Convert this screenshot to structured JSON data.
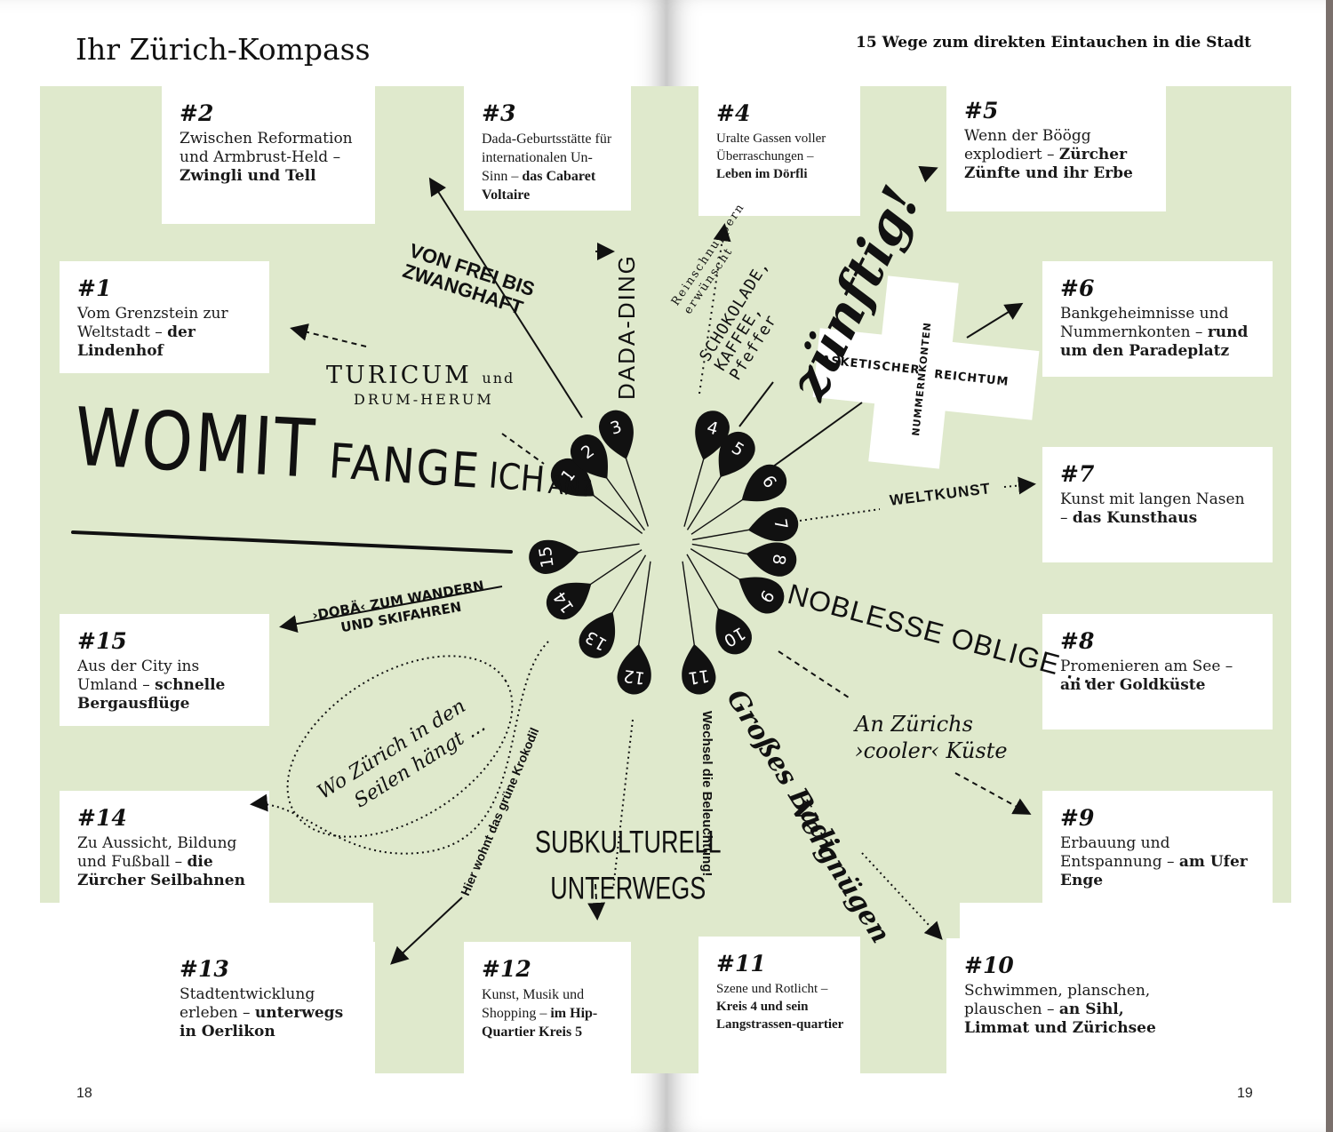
{
  "header": {
    "left_title": "Ihr Zürich-Kompass",
    "right_title": "15 Wege zum direkten Eintauchen in die Stadt"
  },
  "page_numbers": {
    "left": "18",
    "right": "19"
  },
  "main_title": {
    "womit": "WOMIT",
    "fange": "FANGE",
    "ich": "ICH",
    "an": "AN?"
  },
  "entries": [
    {
      "num": "#1",
      "text": "Vom Grenzstein zur Weltstadt –",
      "bold": "der Lindenhof"
    },
    {
      "num": "#2",
      "text": "Zwischen Reformation und Armbrust-Held –",
      "bold": "Zwingli und Tell"
    },
    {
      "num": "#3",
      "text": "Dada-Geburtsstätte für internationalen Un-Sinn –",
      "bold": "das Cabaret Voltaire"
    },
    {
      "num": "#4",
      "text": "Uralte Gassen voller Überraschungen –",
      "bold": "Leben im Dörfli"
    },
    {
      "num": "#5",
      "text": "Wenn der Böögg explodiert –",
      "bold": "Zürcher Zünfte und ihr Erbe"
    },
    {
      "num": "#6",
      "text": "Bankgeheimnisse und Nummernkonten –",
      "bold": "rund um den Paradeplatz"
    },
    {
      "num": "#7",
      "text": "Kunst mit langen Nasen –",
      "bold": "das Kunsthaus"
    },
    {
      "num": "#8",
      "text": "Promenieren am See –",
      "bold": "an der Goldküste"
    },
    {
      "num": "#9",
      "text": "Erbauung und Entspannung –",
      "bold": "am Ufer Enge"
    },
    {
      "num": "#10",
      "text": "Schwimmen, planschen, plauschen –",
      "bold": "an Sihl, Limmat und Zürichsee"
    },
    {
      "num": "#11",
      "text": "Szene und Rotlicht –",
      "bold": "Kreis 4 und sein Langstrassen-quartier"
    },
    {
      "num": "#12",
      "text": "Kunst, Musik und Shopping –",
      "bold": "im Hip-Quartier Kreis 5"
    },
    {
      "num": "#13",
      "text": "Stadtentwicklung erleben –",
      "bold": "unterwegs in Oerlikon"
    },
    {
      "num": "#14",
      "text": "Zu Aussicht, Bildung und Fußball –",
      "bold": "die Zürcher Seilbahnen"
    },
    {
      "num": "#15",
      "text": "Aus der City ins Umland –",
      "bold": "schnelle Bergausflüge"
    }
  ],
  "pins": [
    "1",
    "2",
    "3",
    "4",
    "5",
    "6",
    "7",
    "8",
    "9",
    "10",
    "11",
    "12",
    "13",
    "14",
    "15"
  ],
  "labels": {
    "von_frei_1": "VON FREI BIS",
    "von_frei_2": "ZWANGHAFT",
    "dada_ding": "DADA-DING",
    "turicum": "TURICUM",
    "und": "und",
    "drum_herum": "DRUM-HERUM",
    "reinschnuppern": "Reinschnuppern",
    "erwuenscht": "erwünscht",
    "schokolade": "SCHOKOLADE,",
    "kaffee": "KAFFEE,",
    "pfeffer": "Pfeffer",
    "zuenftig": "zünftig!",
    "asketischer": "ASKETISCHER",
    "reichtum": "REICHTUM",
    "nummernkonten": "NUMMERNKONTEN",
    "weltkunst": "WELTKUNST",
    "noblesse": "NOBLESSE OBLIGE ...",
    "an_zuerichs": "An Zürichs",
    "cooler_kueste": "›cooler‹ Küste",
    "grosses": "Großes Badi-",
    "vergnuegen": "Vergnügen",
    "wechsel": "Wechsel die Beleuchtung!",
    "subkulturell": "SUBKULTURELL",
    "unterwegs": "UNTERWEGS",
    "krokodil": "Hier wohnt das grüne Krokodil",
    "seilen_1": "Wo Zürich in den",
    "seilen_2": "Seilen hängt ...",
    "doba_1": "›DOBÄ‹ ZUM WANDERN",
    "doba_2": "UND SKIFAHREN"
  },
  "colors": {
    "green": "#dfe9cc",
    "ink": "#111111",
    "edge": "#7a706c"
  }
}
